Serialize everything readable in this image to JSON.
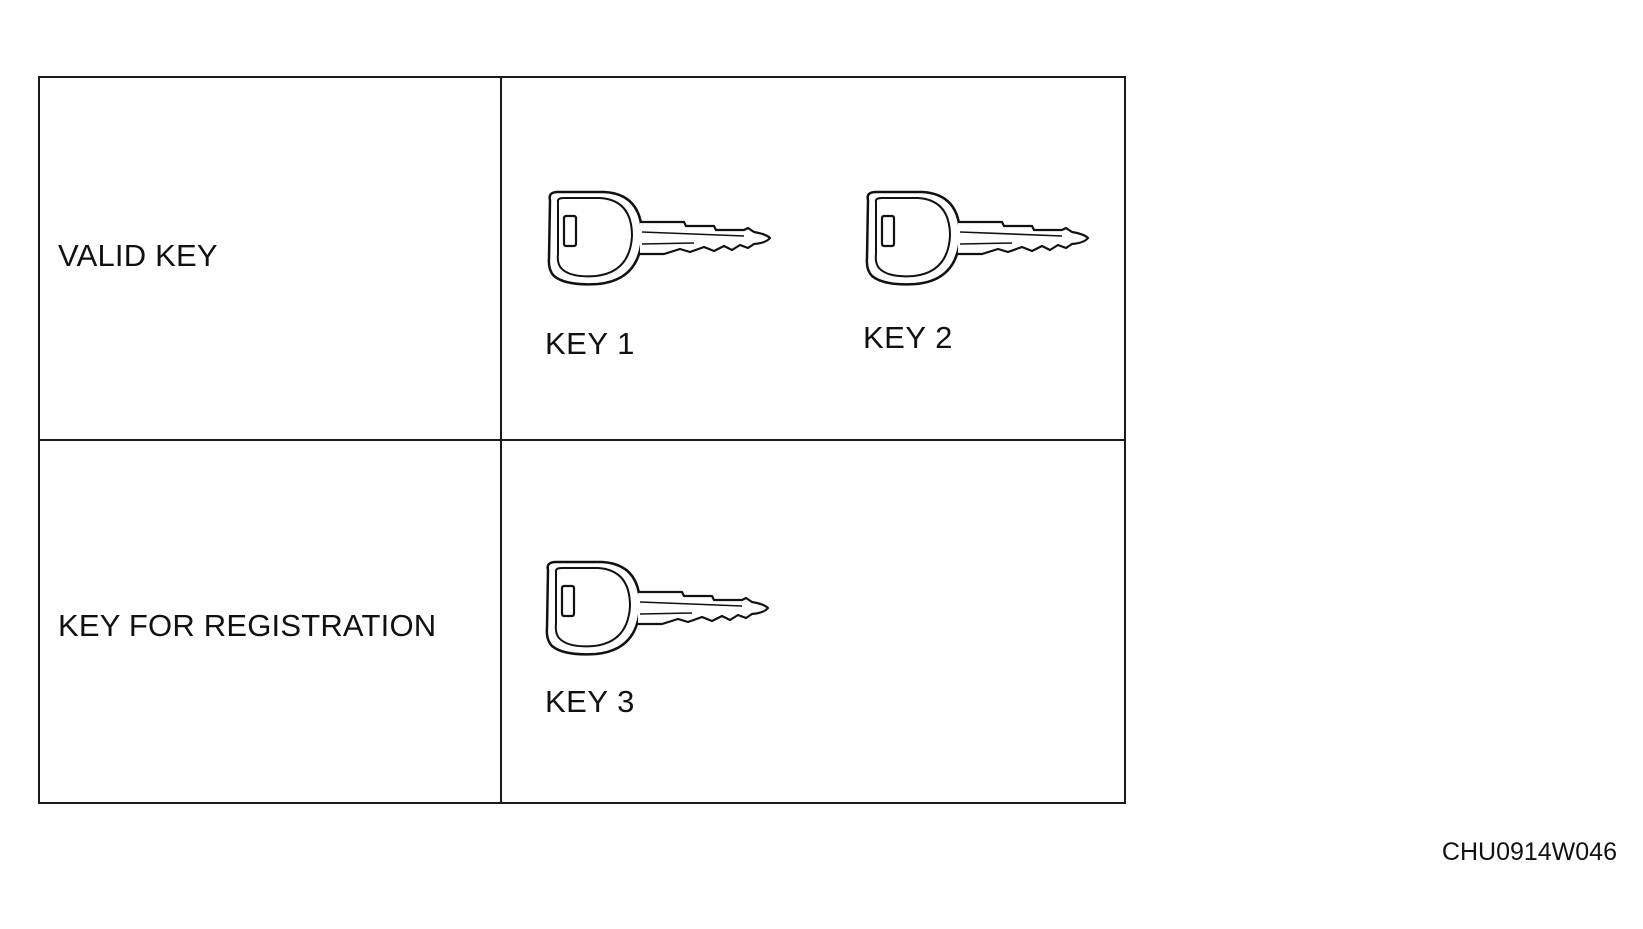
{
  "rows": [
    {
      "label": "VALID KEY",
      "keys": [
        {
          "label": "KEY 1",
          "icon": "key-icon"
        },
        {
          "label": "KEY 2",
          "icon": "key-icon"
        }
      ]
    },
    {
      "label": "KEY FOR REGISTRATION",
      "keys": [
        {
          "label": "KEY 3",
          "icon": "key-icon"
        }
      ]
    }
  ],
  "figure_code": "CHU0914W046"
}
